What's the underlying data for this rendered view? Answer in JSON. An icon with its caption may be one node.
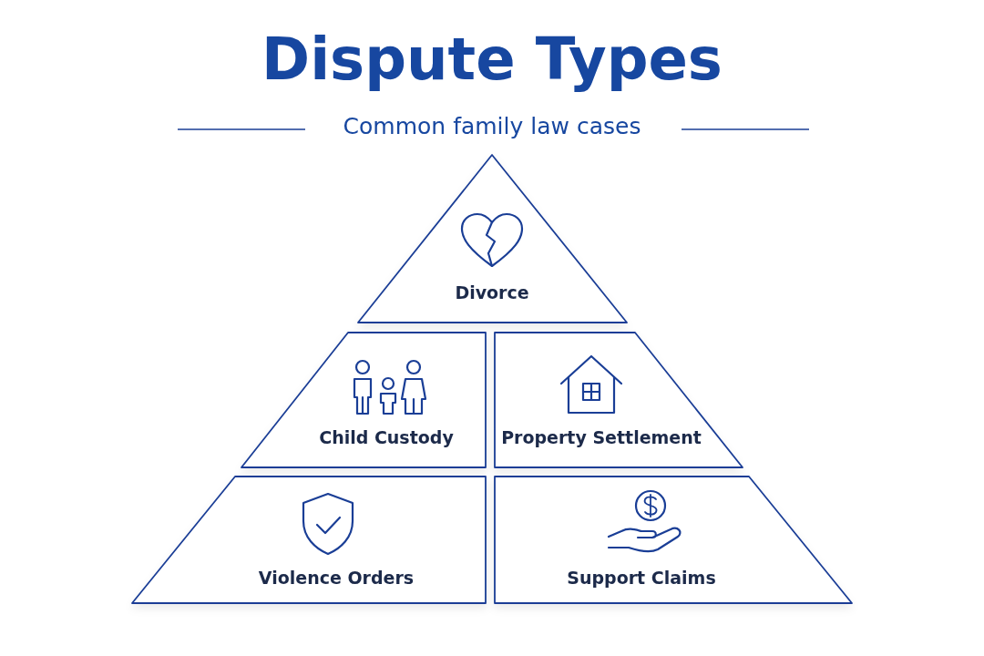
{
  "diagram": {
    "title": "Dispute Types",
    "nodes": [
      {
        "text": [
          "Divorce"
        ]
      },
      {
        "text": [
          "Child Custody"
        ]
      },
      {
        "text": [
          "Property Settlement"
        ]
      },
      {
        "text": [
          "Violence Orders"
        ]
      },
      {
        "text": [
          "Support Claims"
        ]
      }
    ],
    "labels": [
      "Common family law cases"
    ]
  }
}
